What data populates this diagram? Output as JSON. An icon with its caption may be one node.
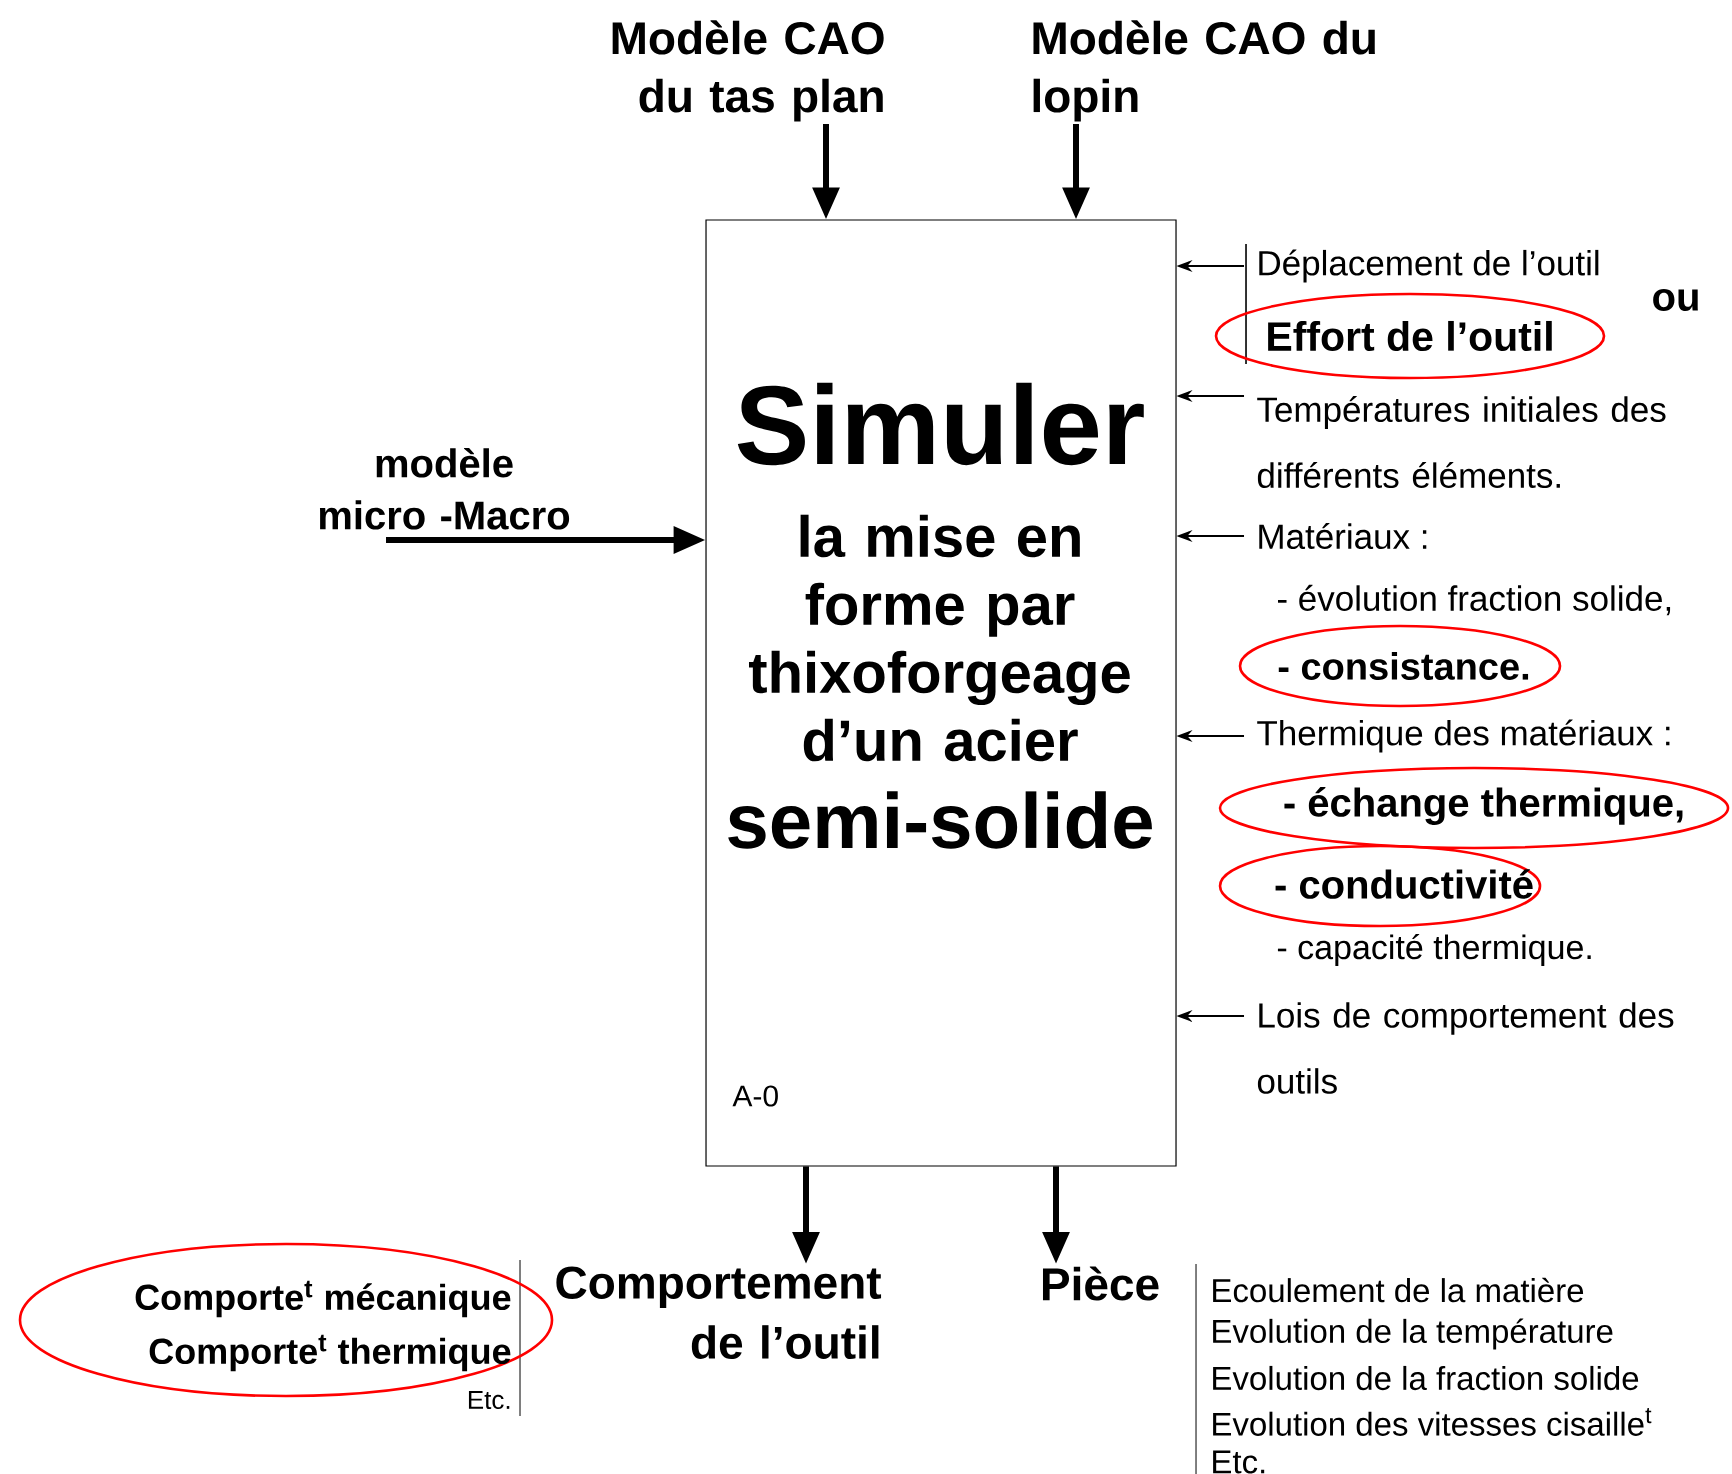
{
  "diagram": {
    "nodes": [
      {
        "text": [
          "Simuler",
          "la mise en forme par thixoforgeage d’un acier",
          "semi-solide",
          "A-0"
        ]
      },
      {
        "text": [
          "Modèle CAO du tas plan"
        ]
      },
      {
        "text": [
          "Modèle CAO du lopin"
        ]
      },
      {
        "text": [
          "modèle micro -Macro"
        ]
      },
      {
        "text": [
          "Déplacement de l’outil"
        ]
      },
      {
        "text": [
          "Effort de l’outil"
        ]
      },
      {
        "text": [
          "Températures initiales des différents éléments."
        ]
      },
      {
        "text": [
          "Matériaux :"
        ]
      },
      {
        "text": [
          "- consistance."
        ]
      },
      {
        "text": [
          "Thermique des matériaux :"
        ]
      },
      {
        "text": [
          "-  échange thermique,"
        ]
      },
      {
        "text": [
          "- conductivité"
        ]
      },
      {
        "text": [
          "Lois de comportement des outils"
        ]
      },
      {
        "text": [
          "Comportement de l’outil"
        ]
      },
      {
        "text": [
          "Comporte$^{t}$ mécanique",
          "Comporte$^{t}$ thermique"
        ]
      },
      {
        "text": [
          "Pièce"
        ]
      }
    ],
    "edges": [
      {
        "from": 1,
        "to": 0,
        "arrow": "to",
        "style": "thick"
      },
      {
        "from": 2,
        "to": 0,
        "arrow": "to",
        "style": "thick"
      },
      {
        "from": 3,
        "to": 0,
        "arrow": "to",
        "style": "thick"
      },
      {
        "from": 4,
        "to": 0,
        "arrow": "to"
      },
      {
        "from": 6,
        "to": 0,
        "arrow": "to"
      },
      {
        "from": 7,
        "to": 0,
        "arrow": "to"
      },
      {
        "from": 9,
        "to": 0,
        "arrow": "to"
      },
      {
        "from": 12,
        "to": 0,
        "arrow": "to"
      },
      {
        "from": 0,
        "to": 13,
        "arrow": "to",
        "style": "thick"
      },
      {
        "from": 0,
        "to": 15,
        "arrow": "to",
        "style": "thick"
      }
    ],
    "labels": [
      "ou",
      "-  évolution fraction solide,",
      "- capacité thermique.",
      "Etc.",
      "Ecoulement de la matière",
      "Evolution de la température",
      "Evolution de la fraction solide",
      "Evolution des vitesses cisaille$^{t}$",
      "Etc."
    ]
  }
}
